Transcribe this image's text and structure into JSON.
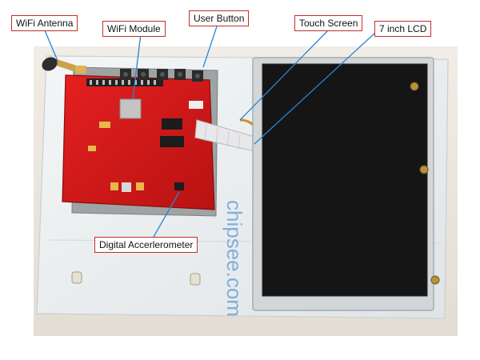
{
  "labels": {
    "wifi_antenna": "WiFi Antenna",
    "wifi_module": "WiFi Module",
    "user_button": "User Button",
    "touch_screen": "Touch Screen",
    "lcd": "7 inch LCD",
    "accelerometer": "Digital Accerlerometer"
  },
  "brand_watermark": "chipsee.com",
  "colors": {
    "pcb": "#d01818",
    "lcd_screen": "#151515",
    "acrylic": "#eef1f2",
    "callout_border": "#c0302a",
    "leader_line": "#2a84d6"
  }
}
